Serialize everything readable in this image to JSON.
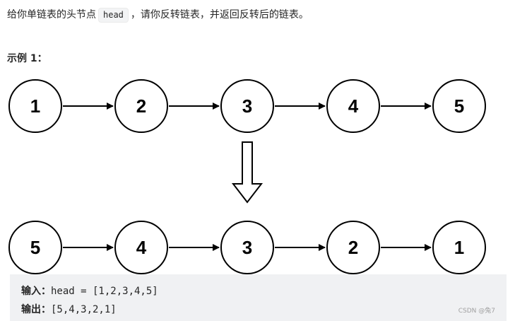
{
  "description": {
    "prefix": "给你单链表的头节点",
    "code": "head",
    "suffix": "，请你反转链表，并返回反转后的链表。"
  },
  "example": {
    "title": "示例 1："
  },
  "diagram": {
    "top_nodes": [
      "1",
      "2",
      "3",
      "4",
      "5"
    ],
    "bottom_nodes": [
      "5",
      "4",
      "3",
      "2",
      "1"
    ]
  },
  "io": {
    "input_label": "输入：",
    "input_value": "head = [1,2,3,4,5]",
    "output_label": "输出：",
    "output_value": "[5,4,3,2,1]"
  },
  "watermark": "CSDN @兔7"
}
